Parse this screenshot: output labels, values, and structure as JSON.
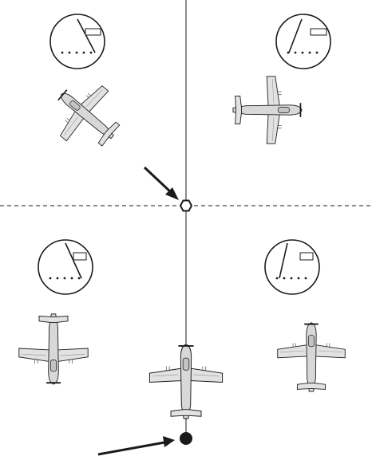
{
  "diagram": {
    "type": "aircraft-attitude-indicator-illustration",
    "quadrants": [
      {
        "position": "top-left",
        "dial_needle": "right",
        "aircraft_heading": "rotated-left-bank"
      },
      {
        "position": "top-right",
        "dial_needle": "left",
        "aircraft_heading": "nose-right"
      },
      {
        "position": "bottom-left",
        "dial_needle": "right",
        "aircraft_heading": "nose-down"
      },
      {
        "position": "bottom-right",
        "dial_needle": "left",
        "aircraft_heading": "nose-up"
      }
    ],
    "center_aircraft": "nose-up",
    "arrows": [
      "upper-arrow-to-hexagon-marker",
      "lower-arrow-to-dot-marker"
    ],
    "colors": {
      "ink": "#1a1a1a",
      "plane_fill": "#e2e2e2",
      "plane_shade": "#c4c4c4",
      "background": "#ffffff"
    }
  }
}
